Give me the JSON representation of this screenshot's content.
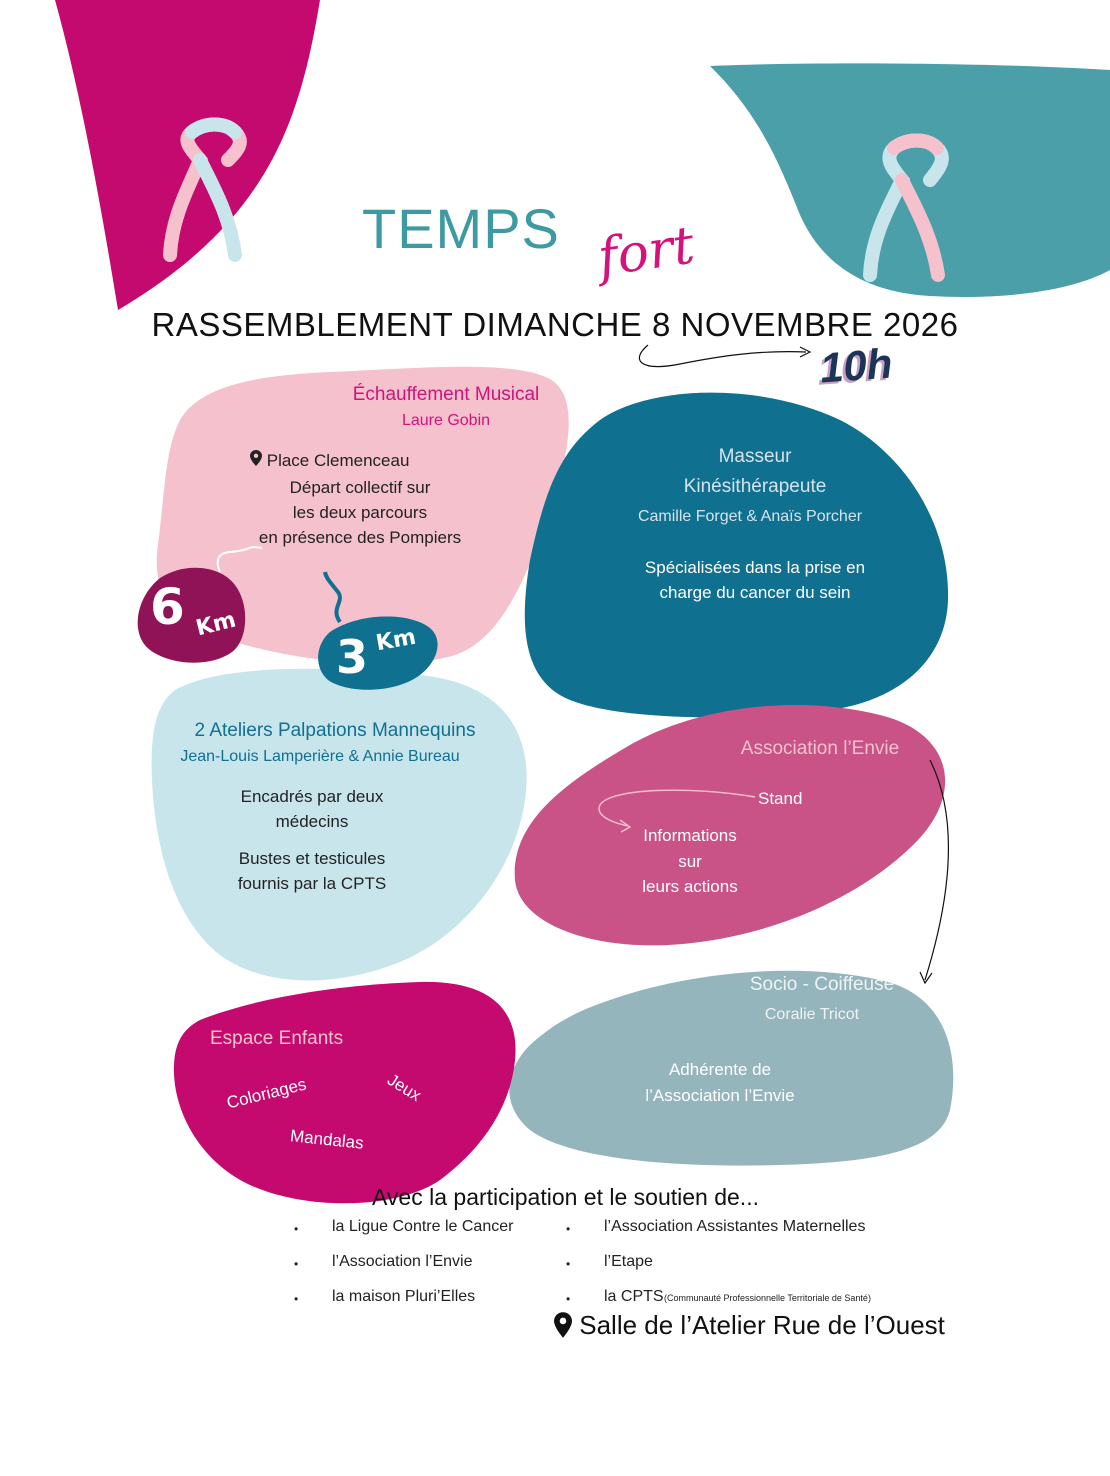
{
  "header": {
    "title_main": "TEMPS",
    "title_script": "fort",
    "headline": "RASSEMBLEMENT DIMANCHE 8 NOVEMBRE 2026",
    "time": "10h"
  },
  "distances": {
    "long": "6",
    "short": "3",
    "unit": "Km"
  },
  "blocks": {
    "echauffement": {
      "title": "Échauffement Musical",
      "subtitle": "Laure Gobin",
      "place": "Place Clemenceau",
      "lines": [
        "Départ collectif sur",
        "les deux parcours",
        "en présence des Pompiers"
      ]
    },
    "masseur": {
      "title_l1": "Masseur",
      "title_l2": "Kinésithérapeute",
      "subtitle": "Camille Forget & Anaïs Porcher",
      "lines": [
        "Spécialisées dans la prise en",
        "charge du cancer du sein"
      ]
    },
    "ateliers": {
      "title": "2 Ateliers Palpations Mannequins",
      "subtitle": "Jean-Louis Lamperière & Annie Bureau",
      "lines_a": [
        "Encadrés par deux",
        "médecins"
      ],
      "lines_b": [
        "Bustes et testicules",
        "fournis par la CPTS"
      ]
    },
    "association": {
      "title": "Association l’Envie",
      "stand": "Stand",
      "lines": [
        "Informations",
        "sur",
        "leurs actions"
      ]
    },
    "socio": {
      "title": "Socio - Coiffeuse",
      "subtitle": "Coralie Tricot",
      "lines": [
        "Adhérente de",
        "l’Association l’Envie"
      ]
    },
    "enfants": {
      "title": "Espace Enfants",
      "items": [
        "Coloriages",
        "Jeux",
        "Mandalas"
      ]
    }
  },
  "partners": {
    "heading": "Avec la participation et le soutien de...",
    "left": [
      "la Ligue Contre le Cancer",
      "l’Association l’Envie",
      "la maison Pluri’Elles"
    ],
    "right": [
      "l’Association Assistantes Maternelles",
      "l’Etape",
      "la CPTS"
    ],
    "cpts_detail": "(Communauté Professionnelle Territoriale de Santé)"
  },
  "location": "Salle de l’Atelier Rue de l’Ouest",
  "icons": [
    "pink-ribbon-icon",
    "map-pin-icon",
    "arrow-icon"
  ],
  "colors": {
    "magenta": "#c40a6e",
    "teal": "#4a9fa8",
    "pink_light": "#f4c1cd",
    "petrol": "#0f7090",
    "blue_light": "#c9e5ec",
    "rose": "#c95387",
    "grey_blue": "#94b5bc"
  }
}
